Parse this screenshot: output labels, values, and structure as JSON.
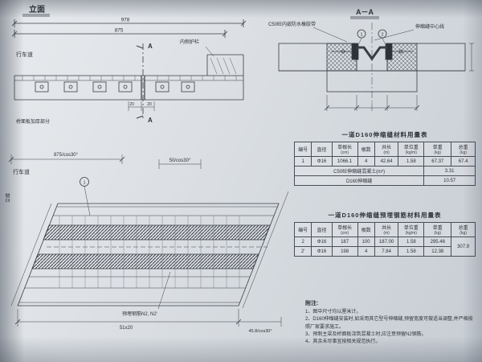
{
  "elevation": {
    "title": "立面",
    "dim_total": "978",
    "dim_span": "875",
    "lane": "行车道",
    "guardrail": "内侧护栏",
    "deck_note": "桥面板加厚部分",
    "section_mark_top": "A",
    "section_mark_bottom": "A",
    "dim_a": "20",
    "dim_b": "20"
  },
  "section": {
    "title": "A－A",
    "label_waterstop": "C50砼内嵌防水橡胶带",
    "label_centerline": "伸缩缝中心线",
    "callout_1": "1",
    "callout_2": "2"
  },
  "headers": [
    {
      "n": "编号",
      "u": ""
    },
    {
      "n": "直径",
      "u": ""
    },
    {
      "n": "单根长",
      "u": "(cm)"
    },
    {
      "n": "根数",
      "u": ""
    },
    {
      "n": "共长",
      "u": "(m)"
    },
    {
      "n": "单位重",
      "u": "(kg/m)"
    },
    {
      "n": "单重",
      "u": "(kg)"
    },
    {
      "n": "总重",
      "u": "(kg)"
    }
  ],
  "table1": {
    "title": "一道D160伸缩缝材料用量表",
    "rows": [
      [
        "1",
        "Φ16",
        "1066.1",
        "4",
        "42.64",
        "1.58",
        "67.37",
        "67.4"
      ]
    ],
    "extra": [
      {
        "label": "C50砼伸缩缝混凝土(m³)",
        "value": "3.31"
      },
      {
        "label": "D160伸缩缝",
        "value": "10.57"
      }
    ]
  },
  "table2": {
    "title": "一道D160伸缩缝预埋钢筋材料用量表",
    "rows": [
      [
        "2",
        "Φ16",
        "187",
        "100",
        "187.00",
        "1.58",
        "295.46"
      ],
      [
        "2'",
        "Φ16",
        "198",
        "4",
        "7.84",
        "1.58",
        "12.38"
      ]
    ],
    "total": "307.9"
  },
  "plan": {
    "dim_left": "875/cos30°",
    "dim_right": "50/cos30°",
    "lane": "行车道",
    "curb": "立缘",
    "callout": "1",
    "rebar_note": "预埋钢筋N2, N2'",
    "dim_bottom": "51x20",
    "dim_corner": "45.8/cos30°"
  },
  "notes": {
    "title": "附注:",
    "items": [
      "1、图中尺寸均以厘米计。",
      "2、D160伸缩缝安装时,如采用其它型号伸缩缝,预留宽度可做适当调整,并严格按照厂家要求施工。",
      "3、预制主梁及桥面板浇筑混凝土时,应注意预留N2钢筋。",
      "4、其余未尽事宜按相关规范执行。"
    ]
  }
}
